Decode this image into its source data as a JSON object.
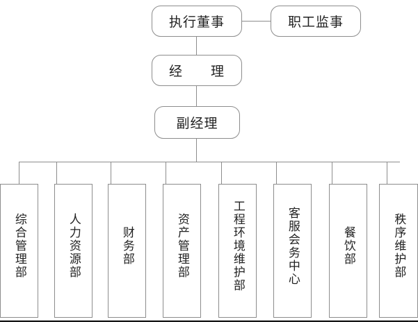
{
  "chart_data": {
    "type": "diagram",
    "title": "",
    "orientation": "top-down organizational chart",
    "levels": [
      {
        "level": 1,
        "nodes": [
          {
            "id": "executive-director",
            "label": "执行董事",
            "shape": "rounded-rect"
          },
          {
            "id": "staff-supervisor",
            "label": "职工监事",
            "shape": "rounded-rect"
          }
        ]
      },
      {
        "level": 2,
        "nodes": [
          {
            "id": "manager",
            "label": "经　　理",
            "shape": "rounded-rect"
          }
        ]
      },
      {
        "level": 3,
        "nodes": [
          {
            "id": "deputy-manager",
            "label": "副经理",
            "shape": "rounded-rect"
          }
        ]
      },
      {
        "level": 4,
        "nodes": [
          {
            "id": "dept-general-admin",
            "label": "综合管理部",
            "shape": "rect",
            "text_direction": "vertical"
          },
          {
            "id": "dept-human-resources",
            "label": "人力资源部",
            "shape": "rect",
            "text_direction": "vertical"
          },
          {
            "id": "dept-finance",
            "label": "财务部",
            "shape": "rect",
            "text_direction": "vertical"
          },
          {
            "id": "dept-asset-management",
            "label": "资产管理部",
            "shape": "rect",
            "text_direction": "vertical"
          },
          {
            "id": "dept-engineering-environment",
            "label": "工程环境维护部",
            "shape": "rect",
            "text_direction": "vertical"
          },
          {
            "id": "dept-customer-service",
            "label": "客服会务中心",
            "shape": "rect",
            "text_direction": "vertical"
          },
          {
            "id": "dept-catering",
            "label": "餐饮部",
            "shape": "rect",
            "text_direction": "vertical"
          },
          {
            "id": "dept-order-maintenance",
            "label": "秩序维护部",
            "shape": "rect",
            "text_direction": "vertical"
          }
        ]
      }
    ],
    "edges": [
      {
        "from": "executive-director",
        "to": "staff-supervisor",
        "style": "horizontal-solid"
      },
      {
        "from": "executive-director",
        "to": "manager",
        "style": "vertical-solid"
      },
      {
        "from": "manager",
        "to": "deputy-manager",
        "style": "vertical-solid"
      },
      {
        "from": "deputy-manager",
        "to": "dept-general-admin",
        "style": "bus-solid"
      },
      {
        "from": "deputy-manager",
        "to": "dept-human-resources",
        "style": "bus-solid"
      },
      {
        "from": "deputy-manager",
        "to": "dept-finance",
        "style": "bus-solid"
      },
      {
        "from": "deputy-manager",
        "to": "dept-asset-management",
        "style": "bus-solid"
      },
      {
        "from": "deputy-manager",
        "to": "dept-engineering-environment",
        "style": "bus-solid"
      },
      {
        "from": "deputy-manager",
        "to": "dept-customer-service",
        "style": "bus-solid"
      },
      {
        "from": "deputy-manager",
        "to": "dept-catering",
        "style": "bus-solid"
      },
      {
        "from": "deputy-manager",
        "to": "dept-order-maintenance",
        "style": "bus-solid"
      }
    ],
    "colors": {
      "box_border": "#8c8c8c",
      "connector": "#8c8c8c",
      "text": "#222222",
      "background": "#ffffff",
      "bottom_rule": "#000000"
    }
  },
  "nodes": {
    "executive_director": "执行董事",
    "staff_supervisor": "职工监事",
    "manager": "经　　理",
    "deputy_manager": "副经理"
  },
  "departments": [
    {
      "label": "综合管理部"
    },
    {
      "label": "人力资源部"
    },
    {
      "label": "财务部"
    },
    {
      "label": "资产管理部"
    },
    {
      "label": "工程环境维护部"
    },
    {
      "label": "客服会务中心"
    },
    {
      "label": "餐饮部"
    },
    {
      "label": "秩序维护部"
    }
  ]
}
